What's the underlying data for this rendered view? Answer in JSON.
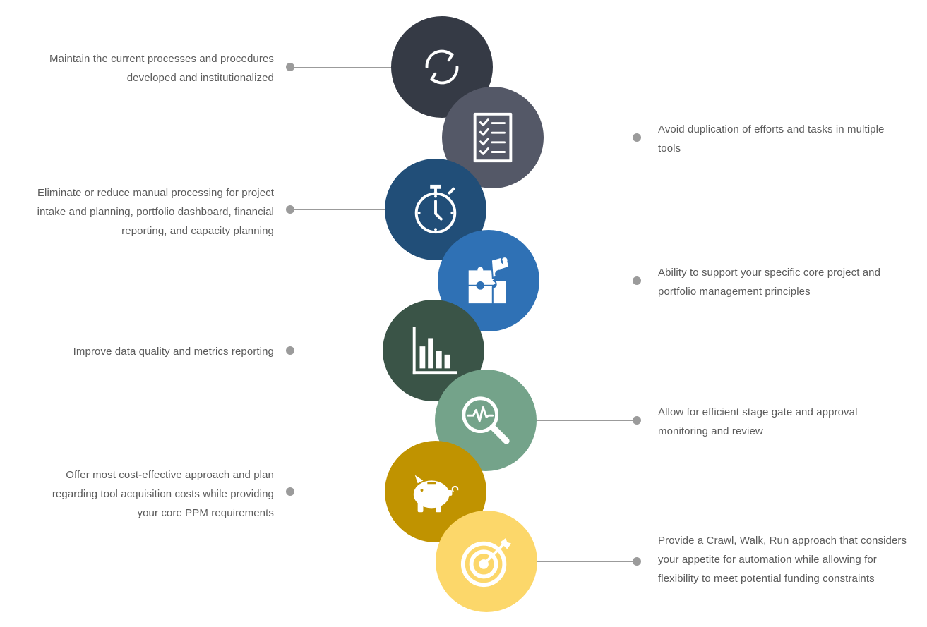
{
  "items": [
    {
      "side": "left",
      "color": "#353a45",
      "icon": "refresh-cycle-icon",
      "lines": [
        "Maintain the current processes and procedures",
        "developed and institutionalized"
      ]
    },
    {
      "side": "right",
      "color": "#545867",
      "icon": "checklist-icon",
      "lines": [
        "Avoid duplication of efforts and tasks in multiple",
        "tools"
      ]
    },
    {
      "side": "left",
      "color": "#214e78",
      "icon": "stopwatch-icon",
      "lines": [
        "Eliminate or reduce manual processing for project",
        "intake and planning, portfolio dashboard, financial",
        "reporting, and capacity planning"
      ]
    },
    {
      "side": "right",
      "color": "#2f71b5",
      "icon": "puzzle-icon",
      "lines": [
        "Ability to support your specific core project and",
        "portfolio management principles"
      ]
    },
    {
      "side": "left",
      "color": "#3a5447",
      "icon": "bar-chart-icon",
      "lines": [
        "Improve data quality and metrics reporting"
      ]
    },
    {
      "side": "right",
      "color": "#74a38a",
      "icon": "magnifier-pulse-icon",
      "lines": [
        "Allow for efficient stage gate and approval",
        "monitoring and review"
      ]
    },
    {
      "side": "left",
      "color": "#c09300",
      "icon": "piggy-bank-icon",
      "lines": [
        "Offer most cost-effective approach and plan",
        "regarding tool acquisition costs while providing",
        "your core PPM requirements"
      ]
    },
    {
      "side": "right",
      "color": "#fcd76a",
      "icon": "target-icon",
      "lines": [
        "Provide a Crawl, Walk, Run approach that considers",
        "your appetite for automation while allowing for",
        "flexibility to meet potential funding constraints"
      ]
    }
  ]
}
